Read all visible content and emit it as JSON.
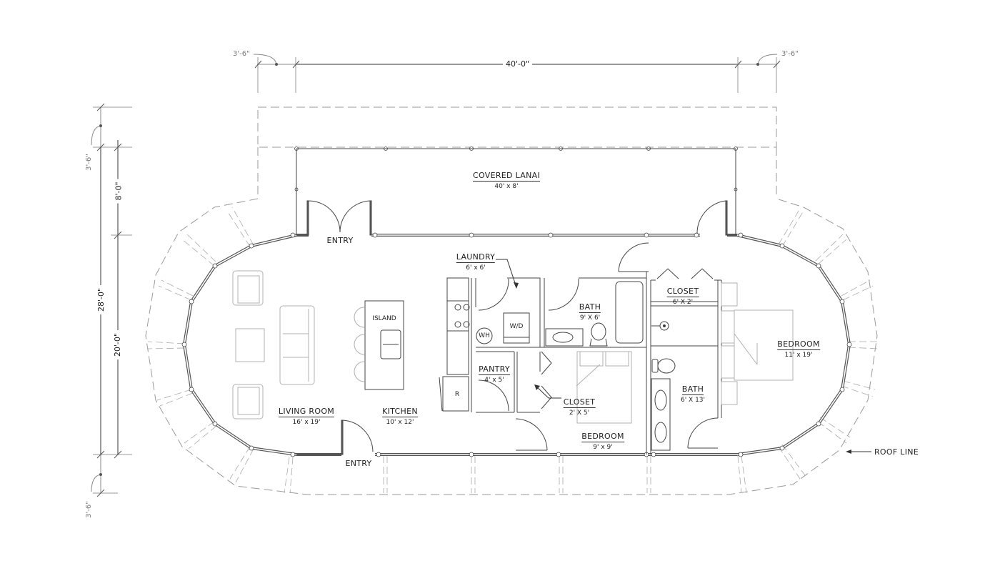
{
  "plan": {
    "dimensions": {
      "top_overall": "40'-0\"",
      "top_left_overhang": "3'-6\"",
      "top_right_overhang": "3'-6\"",
      "left_overall": "28'-0\"",
      "left_lanai": "8'-0\"",
      "left_house": "20'-0\"",
      "left_top_overhang": "3'-6\"",
      "left_bottom_overhang": "3'-6\""
    },
    "rooms": {
      "covered_lanai": {
        "name": "COVERED LANAI",
        "size": "40' x 8'"
      },
      "laundry": {
        "name": "LAUNDRY",
        "size": "6' x 6'"
      },
      "bath_main": {
        "name": "BATH",
        "size": "9' X 6'"
      },
      "closet_master": {
        "name": "CLOSET",
        "size": "6' X 2'"
      },
      "bedroom_master": {
        "name": "BEDROOM",
        "size": "11' x 19'"
      },
      "pantry": {
        "name": "PANTRY",
        "size": "4' x 5'"
      },
      "closet_small": {
        "name": "CLOSET",
        "size": "2' X 5'"
      },
      "bath_master": {
        "name": "BATH",
        "size": "6' X 13'"
      },
      "living_room": {
        "name": "LIVING ROOM",
        "size": "16' x 19'"
      },
      "kitchen": {
        "name": "KITCHEN",
        "size": "10' x 12'"
      },
      "bedroom_second": {
        "name": "BEDROOM",
        "size": "9' x 9'"
      }
    },
    "fixtures": {
      "island": "ISLAND",
      "water_heater": "WH",
      "washer_dryer": "W/D",
      "refrigerator": "R"
    },
    "labels": {
      "entry_top": "ENTRY",
      "entry_bottom": "ENTRY",
      "roof_line": "ROOF LINE"
    },
    "colors": {
      "wall": "#555555",
      "line": "#333333",
      "furniture": "#b5b5b5",
      "dashed": "#999999"
    }
  }
}
